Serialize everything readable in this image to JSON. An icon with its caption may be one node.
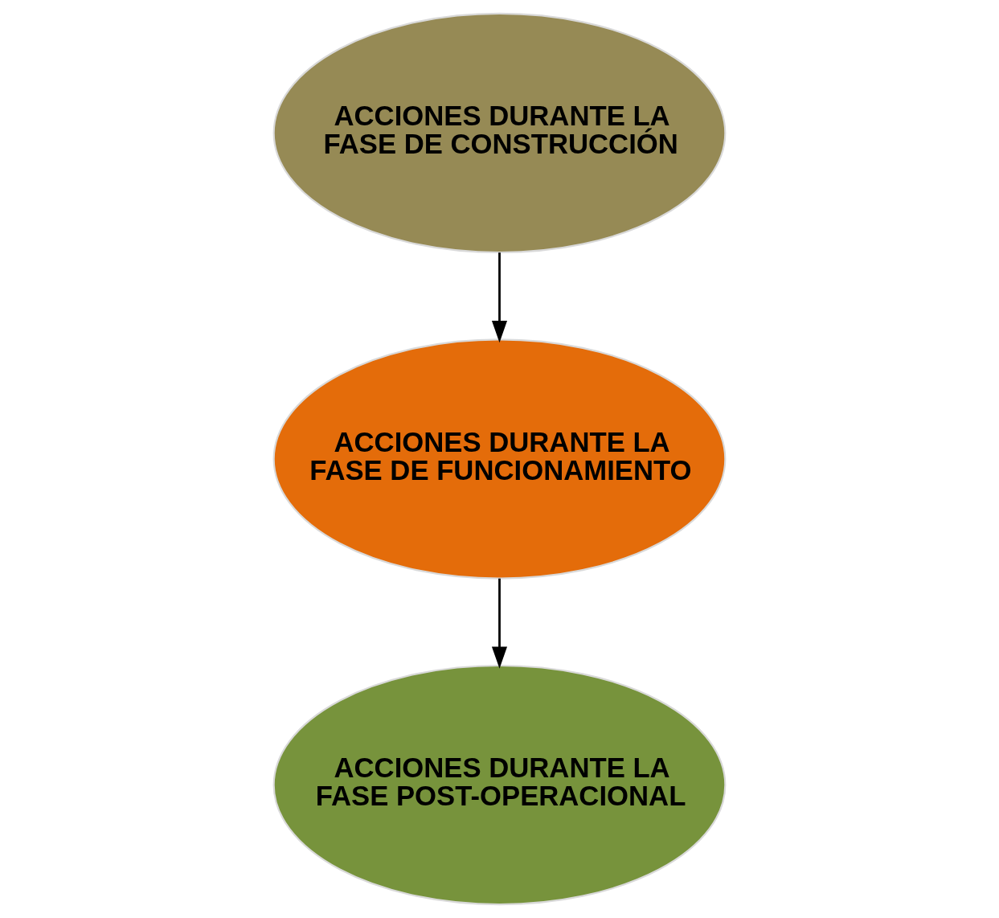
{
  "diagram": {
    "nodes": [
      {
        "text": [
          "ACCIONES DURANTE LA FASE DE CONSTRUCCIÓN"
        ]
      },
      {
        "text": [
          "ACCIONES DURANTE LA FASE DE FUNCIONAMIENTO"
        ]
      },
      {
        "text": [
          "ACCIONES DURANTE LA FASE POST-OPERACIONAL"
        ]
      }
    ],
    "edges": [
      {
        "from": 0,
        "to": 1,
        "arrow": "to"
      },
      {
        "from": 1,
        "to": 2,
        "arrow": "to"
      }
    ]
  }
}
